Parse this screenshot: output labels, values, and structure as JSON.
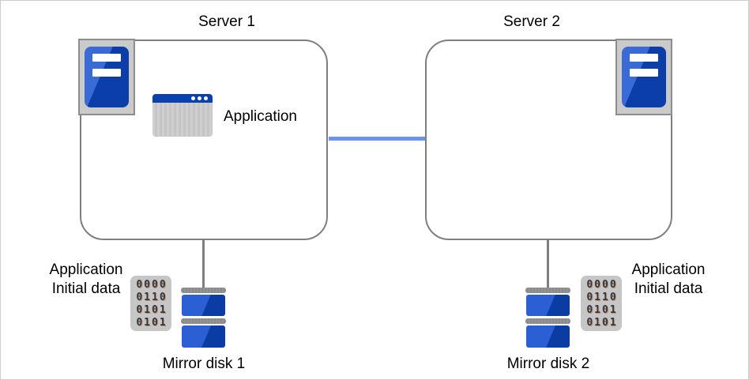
{
  "colors": {
    "canvas_border": "#cccccc",
    "box_border": "#7f7f7f",
    "interconnect_blue": "#6b93f0",
    "icon_frame_gray": "#c9c9c9",
    "icon_frame_border": "#8d8d8d",
    "server_blue_dark": "#0b3ea8",
    "server_blue_light": "#3a6ad6",
    "titlebar_blue": "#0b41ae",
    "disk_blue_dark": "#0a3ca3",
    "disk_blue_light": "#2c5fd3",
    "disk_cap_gray": "#8a8a8a",
    "data_icon_gray": "#c6c6c6",
    "bits_color": "#333842",
    "text_color": "#000000"
  },
  "server1": {
    "title": "Server 1",
    "application_label": "Application",
    "initial_data_label": {
      "line1": "Application",
      "line2": "Initial data"
    },
    "data_bits": [
      "0000",
      "0110",
      "0101",
      "0101"
    ],
    "disk_label": "Mirror disk 1"
  },
  "server2": {
    "title": "Server 2",
    "initial_data_label": {
      "line1": "Application",
      "line2": "Initial data"
    },
    "data_bits": [
      "0000",
      "0110",
      "0101",
      "0101"
    ],
    "disk_label": "Mirror disk 2"
  }
}
